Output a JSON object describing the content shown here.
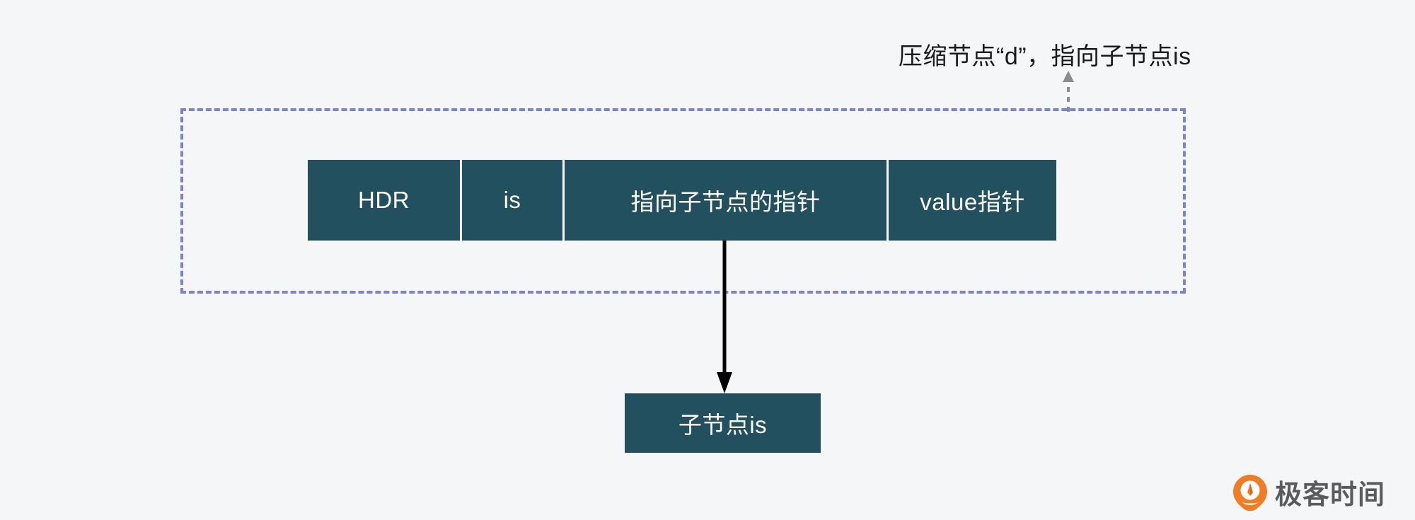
{
  "page": {
    "background_color": "#f4f6f8",
    "diagram_type": "radix-tree-compressed-node"
  },
  "annotation": {
    "text": "压缩节点“d”，指向子节点is",
    "arrow_icon": "arrow-up-dotted-icon",
    "arrow_color": "#8c8c8c"
  },
  "group": {
    "label": "compressed-node-group",
    "border_color": "#7b82d4",
    "border_style": "dashed"
  },
  "node_record": {
    "fill_color": "#23505f",
    "text_color": "#ffffff",
    "cells": [
      {
        "id": "hdr",
        "label": "HDR"
      },
      {
        "id": "is",
        "label": "is"
      },
      {
        "id": "child-pointer",
        "label": "指向子节点的指针"
      },
      {
        "id": "value-pointer",
        "label": "value指针"
      }
    ]
  },
  "child_pointer_arrow": {
    "icon": "arrow-down-icon",
    "color": "#000000",
    "from_cell": "child-pointer",
    "to_node": "child-node"
  },
  "child_node": {
    "label": "子节点is",
    "fill_color": "#23505f",
    "text_color": "#ffffff"
  },
  "watermark": {
    "text": "极客时间",
    "logo_icon": "geekbang-teardrop-logo-icon",
    "logo_color": "#f07d24",
    "text_color": "#5b5b5b"
  }
}
